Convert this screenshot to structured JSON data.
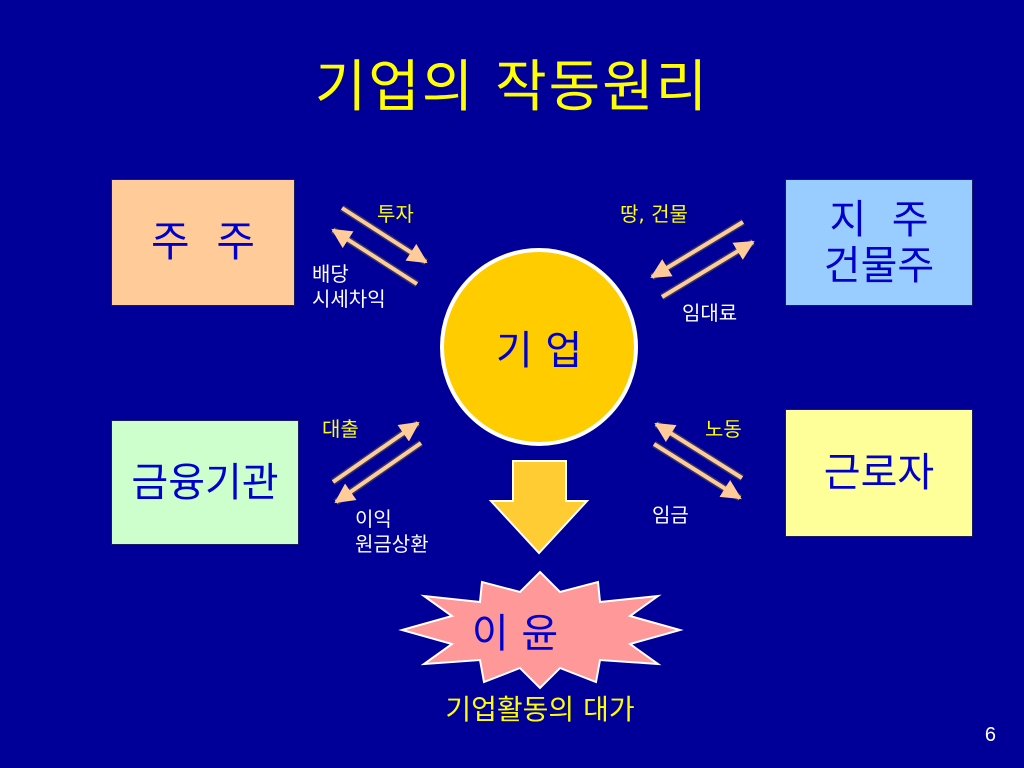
{
  "title": "기업의 작동원리",
  "center": {
    "label": "기 업"
  },
  "entities": {
    "shareholder": "주  주",
    "landlord": [
      "지  주",
      "건물주"
    ],
    "finance": "금융기관",
    "worker": "근로자"
  },
  "flows": {
    "invest": "투자",
    "dividend": [
      "배당",
      "시세차익"
    ],
    "land_building": "땅, 건물",
    "rent": "임대료",
    "loan": "대출",
    "interest": [
      "이익",
      "원금상환"
    ],
    "labor": "노동",
    "wage": "임금"
  },
  "result": {
    "label": "이 윤",
    "caption": "기업활동의 대가"
  },
  "page_number": "6",
  "colors": {
    "background": "#000099",
    "title": "#ffff00",
    "arrow_light": "#ffcc99",
    "arrow_dark": "#333366",
    "center_fill": "#ffcc00",
    "profit_fill": "#ff9999"
  }
}
